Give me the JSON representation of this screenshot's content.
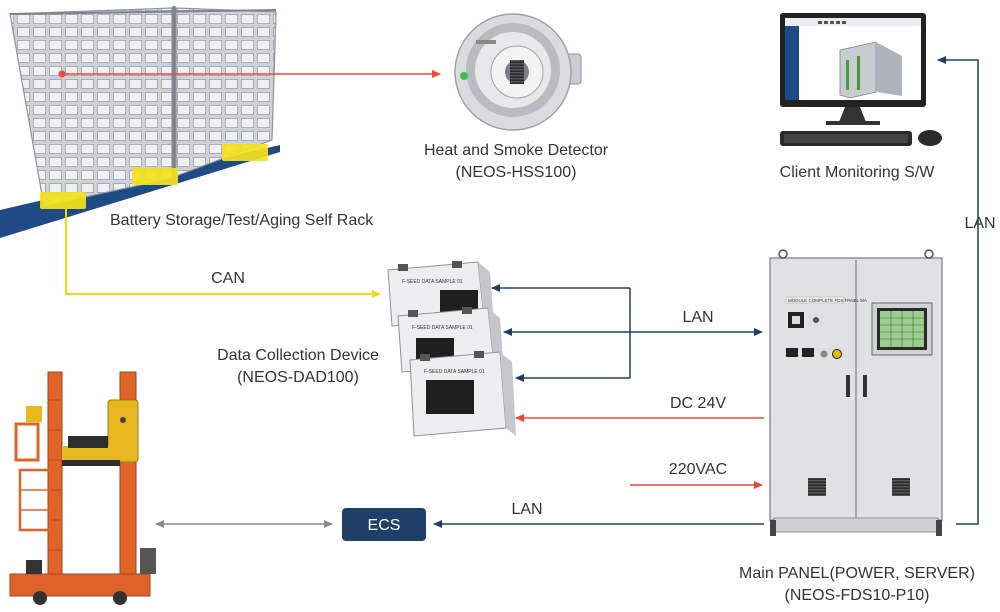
{
  "labels": {
    "heat_smoke_name": "Heat and Smoke Detector",
    "heat_smoke_model": "(NEOS-HSS100)",
    "client_sw": "Client Monitoring S/W",
    "battery_rack": "Battery Storage/Test/Aging Self Rack",
    "can": "CAN",
    "lan_dad": "LAN",
    "lan_right": "LAN",
    "lan_ecs": "LAN",
    "dad_name": "Data Collection Device",
    "dad_model": "(NEOS-DAD100)",
    "dc24v": "DC 24V",
    "vac220": "220VAC",
    "ecs": "ECS",
    "panel_name": "Main PANEL(POWER, SERVER)",
    "panel_model": "(NEOS-FDS10-P10)",
    "panel_plate": "MODULE COMPLETE FDS PANEL MA",
    "box_plate": "F-SEED DATA SAMPLE 01"
  },
  "colors": {
    "red": "#e84a3c",
    "yellow": "#f5d90a",
    "navy": "#1f3f6b",
    "gray_line": "#8c8c8c",
    "ecs_fill": "#1f3f6b",
    "rack_base": "#1e4a86",
    "crane_orange": "#e0632a"
  }
}
